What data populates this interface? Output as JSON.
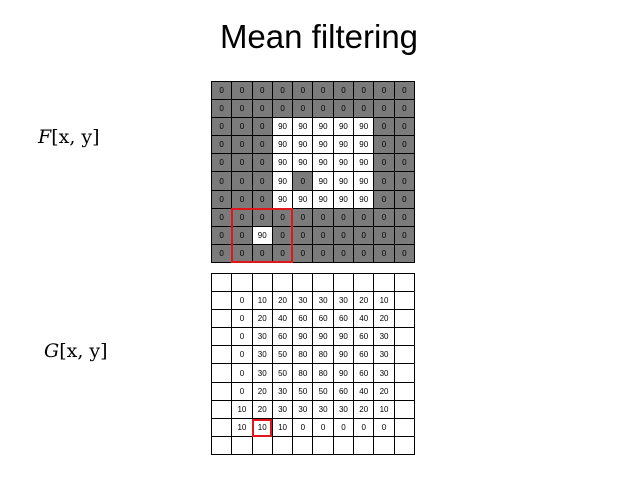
{
  "title": "Mean filtering",
  "labels": {
    "f_func": "F",
    "f_args": "[x, y]",
    "g_func": "G",
    "g_args": "[x, y]"
  },
  "colors": {
    "f_background_cell": "#7b7b7b",
    "f_value_cell": "#ffffff",
    "highlight": "#e0161a"
  },
  "F": [
    [
      "0",
      "0",
      "0",
      "0",
      "0",
      "0",
      "0",
      "0",
      "0",
      "0"
    ],
    [
      "0",
      "0",
      "0",
      "0",
      "0",
      "0",
      "0",
      "0",
      "0",
      "0"
    ],
    [
      "0",
      "0",
      "0",
      "90",
      "90",
      "90",
      "90",
      "90",
      "0",
      "0"
    ],
    [
      "0",
      "0",
      "0",
      "90",
      "90",
      "90",
      "90",
      "90",
      "0",
      "0"
    ],
    [
      "0",
      "0",
      "0",
      "90",
      "90",
      "90",
      "90",
      "90",
      "0",
      "0"
    ],
    [
      "0",
      "0",
      "0",
      "90",
      "0",
      "90",
      "90",
      "90",
      "0",
      "0"
    ],
    [
      "0",
      "0",
      "0",
      "90",
      "90",
      "90",
      "90",
      "90",
      "0",
      "0"
    ],
    [
      "0",
      "0",
      "0",
      "0",
      "0",
      "0",
      "0",
      "0",
      "0",
      "0"
    ],
    [
      "0",
      "0",
      "90",
      "0",
      "0",
      "0",
      "0",
      "0",
      "0",
      "0"
    ],
    [
      "0",
      "0",
      "0",
      "0",
      "0",
      "0",
      "0",
      "0",
      "0",
      "0"
    ]
  ],
  "G": [
    [
      "",
      "",
      "",
      "",
      "",
      "",
      "",
      "",
      "",
      ""
    ],
    [
      "",
      "0",
      "10",
      "20",
      "30",
      "30",
      "30",
      "20",
      "10",
      ""
    ],
    [
      "",
      "0",
      "20",
      "40",
      "60",
      "60",
      "60",
      "40",
      "20",
      ""
    ],
    [
      "",
      "0",
      "30",
      "60",
      "90",
      "90",
      "90",
      "60",
      "30",
      ""
    ],
    [
      "",
      "0",
      "30",
      "50",
      "80",
      "80",
      "90",
      "60",
      "30",
      ""
    ],
    [
      "",
      "0",
      "30",
      "50",
      "80",
      "80",
      "90",
      "60",
      "30",
      ""
    ],
    [
      "",
      "0",
      "20",
      "30",
      "50",
      "50",
      "60",
      "40",
      "20",
      ""
    ],
    [
      "",
      "10",
      "20",
      "30",
      "30",
      "30",
      "30",
      "20",
      "10",
      ""
    ],
    [
      "",
      "10",
      "10",
      "10",
      "0",
      "0",
      "0",
      "0",
      "0",
      ""
    ],
    [
      "",
      "",
      "",
      "",
      "",
      "",
      "",
      "",
      "",
      ""
    ]
  ],
  "F_highlight": {
    "row": 7,
    "col": 1,
    "rows": 3,
    "cols": 3
  },
  "G_highlight": {
    "row": 8,
    "col": 2,
    "rows": 1,
    "cols": 1
  }
}
